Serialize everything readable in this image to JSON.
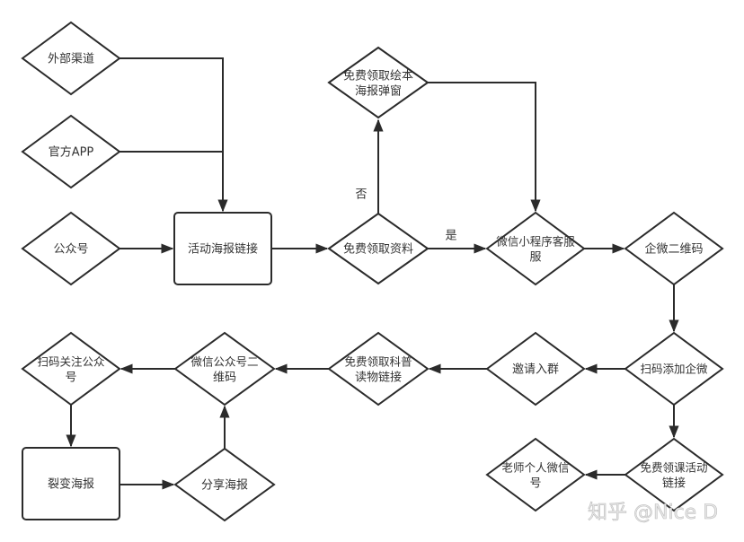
{
  "nodes": {
    "external": "外部渠道",
    "app": "官方APP",
    "official_account": "公众号",
    "poster_link": "活动海报链接",
    "free_material": "免费领取资料",
    "popup_line1": "免费领取绘本",
    "popup_line2": "海报弹窗",
    "mini_program_line1": "微信小程序客服",
    "mini_program_line2": "服",
    "wecom_qr": "企微二维码",
    "scan_add_wecom": "扫码添加企微",
    "invite_group": "邀请入群",
    "science_line1": "免费领取科普",
    "science_line2": "读物链接",
    "oa_qr_line1": "微信公众号二",
    "oa_qr_line2": "维码",
    "scan_follow_line1": "扫码关注公众",
    "scan_follow_line2": "号",
    "fission_poster": "裂变海报",
    "share_poster": "分享海报",
    "course_line1": "免费领课活动",
    "course_line2": "链接",
    "teacher_line1": "老师个人微信",
    "teacher_line2": "号"
  },
  "edge_labels": {
    "no": "否",
    "yes": "是"
  },
  "watermark": "知乎 @Nice D"
}
